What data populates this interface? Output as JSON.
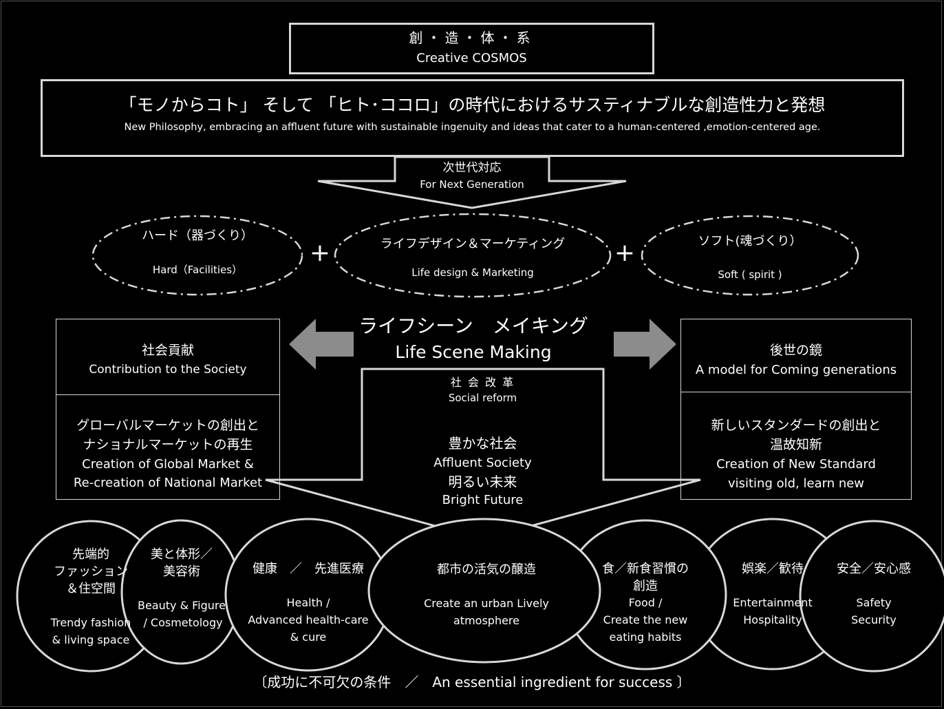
{
  "title": {
    "jp": "創・造・体・系",
    "en": "Creative  COSMOS"
  },
  "philosophy": {
    "jp": "「モノからコト」 そして 「ヒト･ココロ」の時代におけるサスティナブルな創造性力と発想",
    "en": "New Philosophy,   embracing an affluent future with sustainable ingenuity and ideas that cater to a human-centered ,emotion-centered age."
  },
  "next_gen": {
    "jp": "次世代対応",
    "en": "For Next Generation"
  },
  "ovals": [
    {
      "jp": "ハード（器づくり）",
      "en": "Hard（Facilities）"
    },
    {
      "jp": "ライフデザイン＆マーケティング",
      "en": "Life design & Marketing"
    },
    {
      "jp": "ソフト(魂づくり）",
      "en": "Soft ( spirit )"
    }
  ],
  "plus": "+",
  "center": {
    "jp": "ライフシーン　メイキング",
    "en": "Life Scene Making"
  },
  "left_box": {
    "head_jp": "社会貢献",
    "head_en": "Contribution to  the Society",
    "l1": "グローバルマーケットの創出と",
    "l2": "ナショナルマーケットの再生",
    "l3": "Creation of Global Market &",
    "l4": "Re-creation of National Market"
  },
  "right_box": {
    "head_jp": "後世の鏡",
    "head_en": "A model for Coming generations",
    "l1": "新しいスタンダードの創出と",
    "l2": "温故知新",
    "l3": "Creation of New Standard",
    "l4": "visiting old,  learn new"
  },
  "down_arrow": {
    "jp": "社 会 改 革",
    "en": "Social reform",
    "l1": "豊かな社会",
    "l2": "Affluent Society",
    "l3": "明るい未来",
    "l4": "Bright Future"
  },
  "circles": [
    {
      "lines_jp": [
        "先端的",
        "ファッション",
        "＆住空間"
      ],
      "lines_en": [
        "Trendy fashion",
        "& living space"
      ]
    },
    {
      "lines_jp": [
        "美と体形／",
        "美容術"
      ],
      "lines_en": [
        "Beauty & Figure",
        "/ Cosmetology"
      ]
    },
    {
      "lines_jp": [
        "健康　／　先進医療"
      ],
      "lines_en": [
        "Health /",
        "Advanced health-care",
        "& cure"
      ]
    },
    {
      "lines_jp": [
        "都市の活気の醸造"
      ],
      "lines_en": [
        "Create an urban Lively",
        "atmosphere"
      ]
    },
    {
      "lines_jp": [
        "食／新食習慣の",
        "創造"
      ],
      "lines_en": [
        "Food /",
        "Create  the new",
        "eating  habits"
      ]
    },
    {
      "lines_jp": [
        "娯楽／歓待"
      ],
      "lines_en": [
        "Entertainment",
        "Hospitality"
      ]
    },
    {
      "lines_jp": [
        "安全／安心感"
      ],
      "lines_en": [
        "Safety",
        "Security"
      ]
    }
  ],
  "footer": "〔成功に不可欠の条件　／　An essential ingredient for success 〕",
  "colors": {
    "background": "#000000",
    "line": "#d8d8d8",
    "arrow": "#8c8c8c"
  }
}
